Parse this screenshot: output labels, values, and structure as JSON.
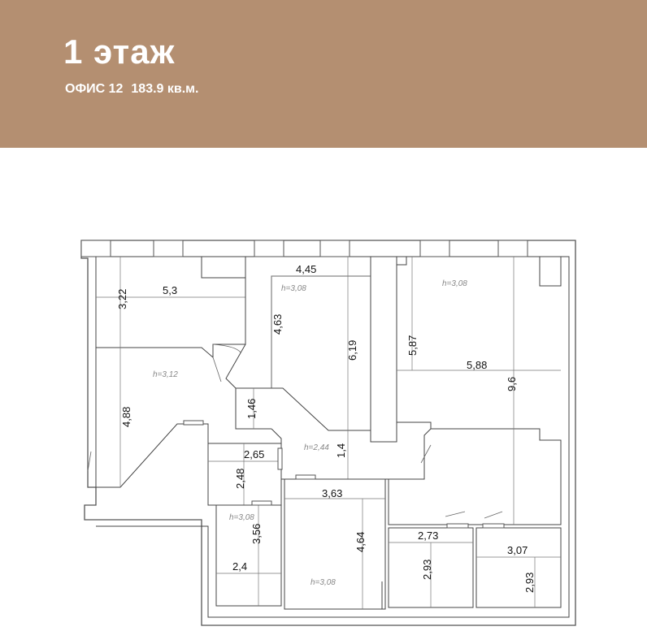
{
  "header": {
    "floor_title": "1 этаж",
    "office_label": "ОФИС 12",
    "area": "183.9 кв.м.",
    "background_color": "#b48f71"
  },
  "plan": {
    "dimensions": [
      "3,22",
      "5,3",
      "4,45",
      "4,63",
      "6,19",
      "5,87",
      "5,88",
      "9,6",
      "4,88",
      "1,46",
      "2,65",
      "1,4",
      "2,48",
      "3,63",
      "3,56",
      "4,64",
      "2,4",
      "2,73",
      "3,07",
      "2,93",
      "2,93"
    ],
    "heights": [
      "h=3,08",
      "h=3,08",
      "h=3,12",
      "h=2,44",
      "h=3,08",
      "h=3,08"
    ]
  }
}
